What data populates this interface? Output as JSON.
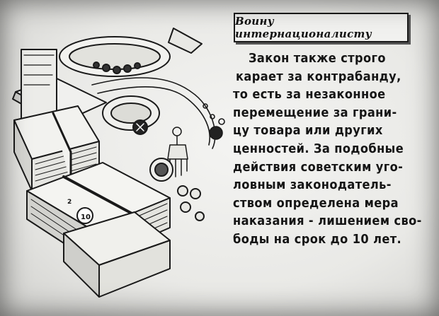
{
  "header": {
    "title": "Воину интернационалисту"
  },
  "body": {
    "lines": [
      {
        "text": "Закон также строго",
        "indent": 46
      },
      {
        "text": "карает за контрабанду,",
        "indent": 28
      },
      {
        "text": "то есть за незаконное",
        "indent": 24
      },
      {
        "text": "перемещение за грани-",
        "indent": 24
      },
      {
        "text": "цу товара или других",
        "indent": 24
      },
      {
        "text": "ценностей. За подобные",
        "indent": 24
      },
      {
        "text": "действия советским уго-",
        "indent": 24
      },
      {
        "text": "ловным законодатель-",
        "indent": 24
      },
      {
        "text": "ством определена мера",
        "indent": 24
      },
      {
        "text": "наказания - лишением сво-",
        "indent": 24
      },
      {
        "text": "боды на срок до 10 лет.",
        "indent": 24
      }
    ]
  },
  "illustration": {
    "items": [
      "bracelet",
      "rings",
      "chain-necklace",
      "earrings",
      "coin",
      "currency-bundles",
      "beads"
    ],
    "bill_labels": {
      "denomination": "10",
      "bundle_number": "2"
    }
  },
  "colors": {
    "ink": "#151515",
    "paper": "#ededeb"
  }
}
